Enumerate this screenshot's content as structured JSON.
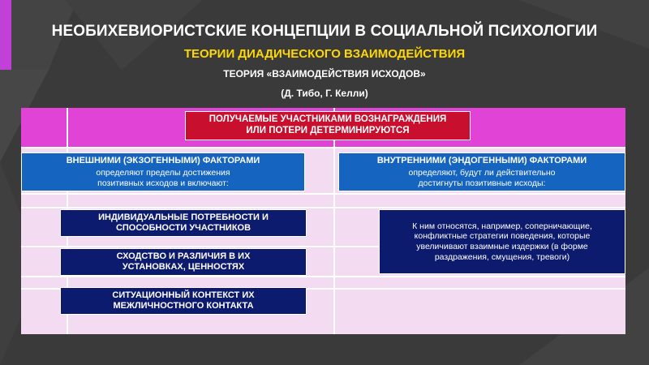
{
  "slide": {
    "title": "НЕОБИХЕВИОРИСТСКИЕ КОНЦЕПЦИИ В СОЦИАЛЬНОЙ ПСИХОЛОГИИ",
    "subtitle": "ТЕОРИИ ДИАДИЧЕСКОГО ВЗАИМОДЕЙСТВИЯ",
    "theory": "ТЕОРИЯ «ВЗАИМОДЕЙСТВИЯ ИСХОДОВ»",
    "authors": "(Д. Тибо, Г. Келли)"
  },
  "diagram": {
    "main_box": {
      "line1": "ПОЛУЧАЕМЫЕ УЧАСТНИКАМИ ВОЗНАГРАЖДЕНИЯ",
      "line2": "ИЛИ ПОТЕРИ ДЕТЕРМИНИРУЮТСЯ"
    },
    "external": {
      "heading": "ВНЕШНИМИ (ЭКЗОГЕННЫМИ) ФАКТОРАМИ",
      "line1": "определяют пределы достижения",
      "line2": "позитивных исходов и включают:"
    },
    "internal": {
      "heading": "ВНУТРЕННИМИ (ЭНДОГЕННЫМИ) ФАКТОРАМИ",
      "line1": "определяют, будут ли действительно",
      "line2": "достигнуты позитивные исходы:"
    },
    "factors": [
      {
        "line1": "ИНДИВИДУАЛЬНЫЕ ПОТРЕБНОСТИ И",
        "line2": "СПОСОБНОСТИ УЧАСТНИКОВ"
      },
      {
        "line1": "СХОДСТВО И РАЗЛИЧИЯ В ИХ",
        "line2": "УСТАНОВКАХ, ЦЕННОСТЯХ"
      },
      {
        "line1": "СИТУАЦИОННЫЙ КОНТЕКСТ ИХ",
        "line2": "МЕЖЛИЧНОСТНОГО КОНТАКТА"
      }
    ],
    "internal_detail": {
      "line1": "К ним относятся, например, соперничающие,",
      "line2": "конфликтные стратегии поведения, которые",
      "line3": "увеличивают взаимные издержки (в форме",
      "line4": "раздражения, смущения, тревоги)"
    }
  },
  "colors": {
    "background": "#3a3a3a",
    "accent": "#c040d8",
    "panel": "#f3dbf1",
    "red": "#c8102e",
    "blue": "#1565c0",
    "navy": "#0d1b6e",
    "title_yellow": "#ffd800"
  }
}
